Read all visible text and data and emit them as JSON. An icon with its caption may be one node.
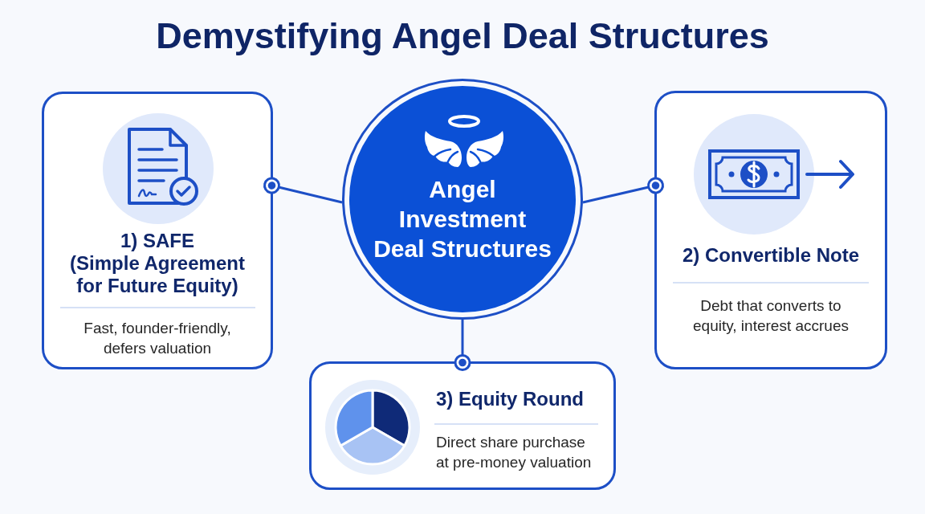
{
  "diagram": {
    "title": "Demystifying Angel Deal Structures",
    "nodes": [
      {
        "text": [
          "1) SAFE",
          "(Simple Agreement for Future Equity)",
          "Fast, founder-friendly, defers valuation"
        ]
      },
      {
        "text": [
          "Angel Investment Deal Structures"
        ]
      },
      {
        "text": [
          "2) Convertible Note",
          "Debt that converts to equity, interest accrues"
        ]
      },
      {
        "text": [
          "3) Equity Round",
          "Direct share purchase at pre-money valuation"
        ]
      }
    ],
    "edges": [
      {
        "from": 1,
        "to": 0,
        "arrow": "other"
      },
      {
        "from": 1,
        "to": 2,
        "arrow": "other"
      },
      {
        "from": 1,
        "to": 3,
        "arrow": "other"
      }
    ]
  }
}
